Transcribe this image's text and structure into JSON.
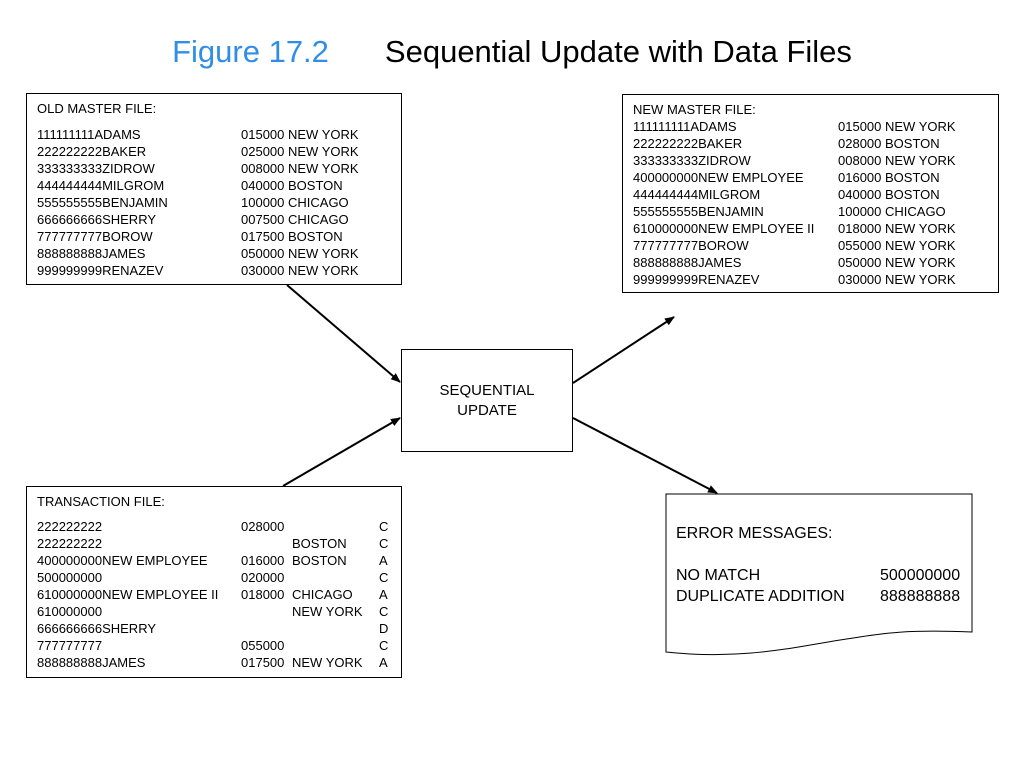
{
  "title": {
    "figure": "Figure 17.2",
    "text": "Sequential Update with Data Files",
    "figure_color": "#2e8ee8"
  },
  "old_master": {
    "heading": "OLD MASTER FILE:",
    "records": [
      [
        "111111111ADAMS",
        "015000 NEW YORK"
      ],
      [
        "222222222BAKER",
        "025000 NEW YORK"
      ],
      [
        "333333333ZIDROW",
        "008000 NEW YORK"
      ],
      [
        "444444444MILGROM",
        "040000 BOSTON"
      ],
      [
        "555555555BENJAMIN",
        "100000 CHICAGO"
      ],
      [
        "666666666SHERRY",
        "007500 CHICAGO"
      ],
      [
        "777777777BOROW",
        "017500 BOSTON"
      ],
      [
        "888888888JAMES",
        "050000 NEW YORK"
      ],
      [
        "999999999RENAZEV",
        "030000 NEW YORK"
      ]
    ]
  },
  "new_master": {
    "heading": "NEW MASTER FILE:",
    "records": [
      [
        "111111111ADAMS",
        "015000 NEW YORK"
      ],
      [
        "222222222BAKER",
        "028000 BOSTON"
      ],
      [
        "333333333ZIDROW",
        "008000 NEW YORK"
      ],
      [
        "400000000NEW EMPLOYEE",
        "016000 BOSTON"
      ],
      [
        "444444444MILGROM",
        "040000 BOSTON"
      ],
      [
        "555555555BENJAMIN",
        "100000 CHICAGO"
      ],
      [
        "610000000NEW EMPLOYEE II",
        "018000 NEW YORK"
      ],
      [
        "777777777BOROW",
        "055000 NEW YORK"
      ],
      [
        "888888888JAMES",
        "050000 NEW YORK"
      ],
      [
        "999999999RENAZEV",
        "030000 NEW YORK"
      ]
    ]
  },
  "transaction": {
    "heading": "TRANSACTION FILE:",
    "records": [
      [
        "222222222",
        "028000",
        "",
        "C"
      ],
      [
        "222222222",
        "",
        "BOSTON",
        "C"
      ],
      [
        "400000000NEW EMPLOYEE",
        "016000",
        "BOSTON",
        "A"
      ],
      [
        "500000000",
        "020000",
        "",
        "C"
      ],
      [
        "610000000NEW EMPLOYEE II",
        "018000",
        "CHICAGO",
        "A"
      ],
      [
        "610000000",
        "",
        "NEW YORK",
        "C"
      ],
      [
        "666666666SHERRY",
        "",
        "",
        "D"
      ],
      [
        "777777777",
        "055000",
        "",
        "C"
      ],
      [
        "888888888JAMES",
        "017500",
        "NEW YORK",
        "A"
      ]
    ]
  },
  "process": {
    "line1": "SEQUENTIAL",
    "line2": "UPDATE"
  },
  "errors": {
    "heading": "ERROR MESSAGES:",
    "items": [
      {
        "message": "NO MATCH",
        "key": "500000000"
      },
      {
        "message": "DUPLICATE ADDITION",
        "key": "888888888"
      }
    ]
  }
}
